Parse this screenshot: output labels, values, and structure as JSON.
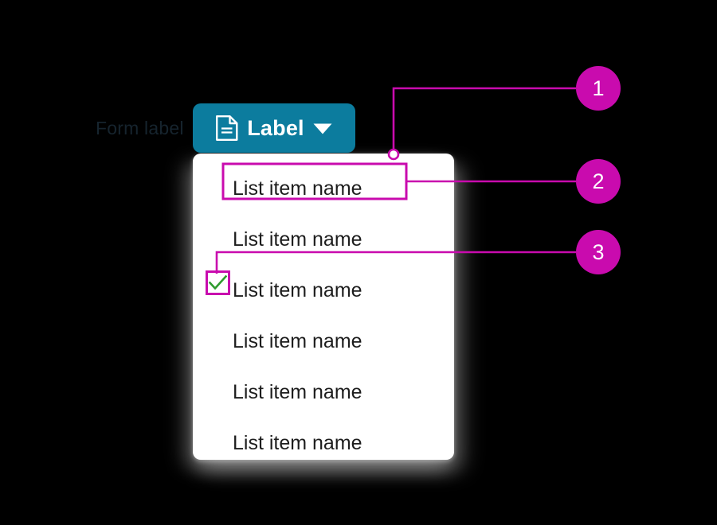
{
  "form": {
    "label": "Form label"
  },
  "trigger_button": {
    "text": "Label",
    "icon": "document-icon",
    "caret_icon": "chevron-down-icon",
    "background_color": "#0c7c9e",
    "text_color": "#ffffff"
  },
  "dropdown": {
    "background_color": "#ffffff",
    "items": [
      {
        "label": "List item name",
        "checked": false
      },
      {
        "label": "List item name",
        "checked": false
      },
      {
        "label": "List item name",
        "checked": true
      },
      {
        "label": "List item name",
        "checked": false
      },
      {
        "label": "List item name",
        "checked": false
      },
      {
        "label": "List item name",
        "checked": false
      }
    ]
  },
  "checkbox": {
    "icon": "check-icon",
    "check_color": "#2e9b2e",
    "border_color": "#c90bae"
  },
  "annotations": {
    "accent_color": "#c90bae",
    "callouts": [
      {
        "number": "1",
        "target": "dropdown-panel-top-edge"
      },
      {
        "number": "2",
        "target": "first-list-item"
      },
      {
        "number": "3",
        "target": "item-checkbox"
      }
    ]
  }
}
